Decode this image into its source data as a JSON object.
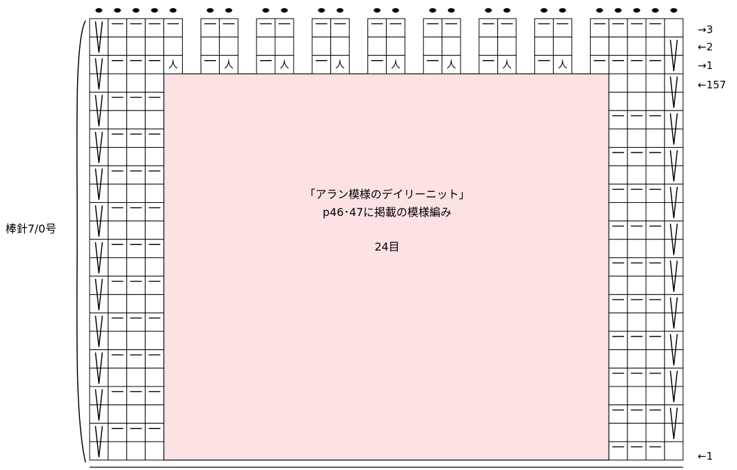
{
  "center_text": {
    "line1": "「アラン模様のデイリーニット」",
    "line2": "p46･47に掲載の模様編み",
    "stitch_count": "24目"
  },
  "needle": "棒針7/0号",
  "row_labels": {
    "top_row3": "→3",
    "top_row2": "←2",
    "top_row1": "→1",
    "row157": "←157",
    "bottom_row1": "←1"
  },
  "symbols": {
    "knit_one": "—",
    "slip_stitch": "V",
    "decrease": "人",
    "marker": "•"
  },
  "colors": {
    "pattern_area_fill": "#fde2e4",
    "grid_line": "#000000"
  }
}
